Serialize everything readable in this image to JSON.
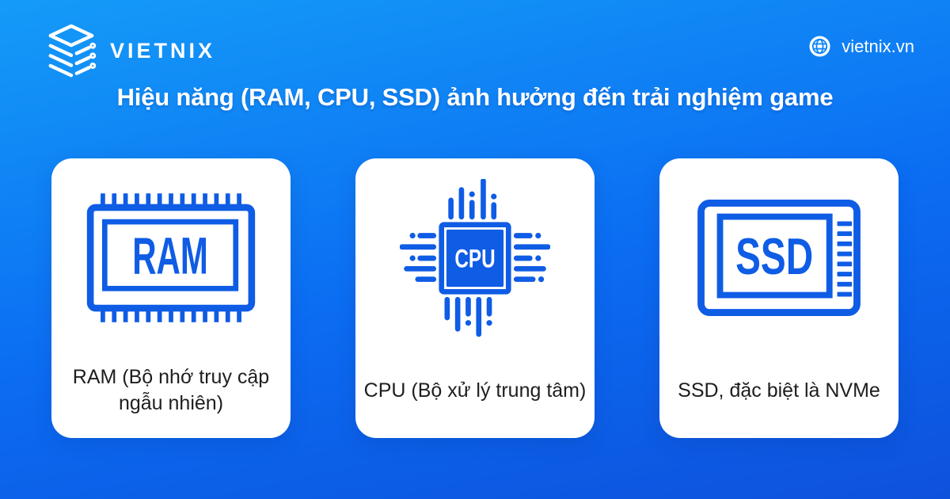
{
  "header": {
    "brand": "VIETNIX",
    "brand_icon": "vietnix-stack-logo-icon",
    "website": "vietnix.vn",
    "website_icon": "globe-icon"
  },
  "title": "Hiệu năng (RAM, CPU, SSD) ảnh hưởng đến trải nghiệm game",
  "cards": [
    {
      "icon": "ram-chip-icon",
      "icon_label": "RAM",
      "caption": "RAM (Bộ nhớ truy cập ngẫu nhiên)"
    },
    {
      "icon": "cpu-chip-icon",
      "icon_label": "CPU",
      "caption": "CPU (Bộ xử lý trung tâm)"
    },
    {
      "icon": "ssd-drive-icon",
      "icon_label": "SSD",
      "caption": "SSD, đặc biệt là NVMe"
    }
  ],
  "colors": {
    "background_top": "#149bf8",
    "background_mid": "#0b6cf2",
    "background_bottom": "#0e51dc",
    "card_background": "#ffffff",
    "icon_blue": "#0f5ce5",
    "caption_text": "#1e1e1e",
    "header_text": "#ffffff",
    "globe_line": "#0d86f6"
  }
}
